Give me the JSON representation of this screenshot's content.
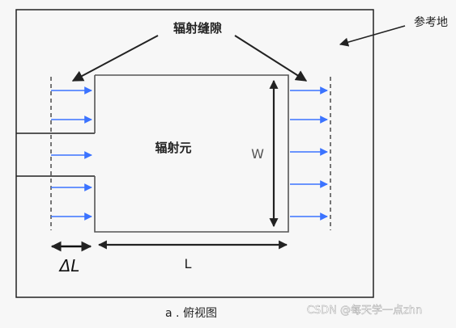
{
  "labels": {
    "radiation_slot": "辐射缝隙",
    "reference_ground": "参考地",
    "radiating_element": "辐射元",
    "width": "W",
    "length": "L",
    "delta_l": "ΔL",
    "caption": "a . 俯视图",
    "watermark": "CSDN @每天学一点zhn"
  },
  "colors": {
    "background": "#f7f7f7",
    "outline": "#222222",
    "patch_outline": "#555555",
    "field_arrow": "#3b73ff",
    "dimension_arrow": "#222222",
    "watermark": "#ffffff"
  }
}
